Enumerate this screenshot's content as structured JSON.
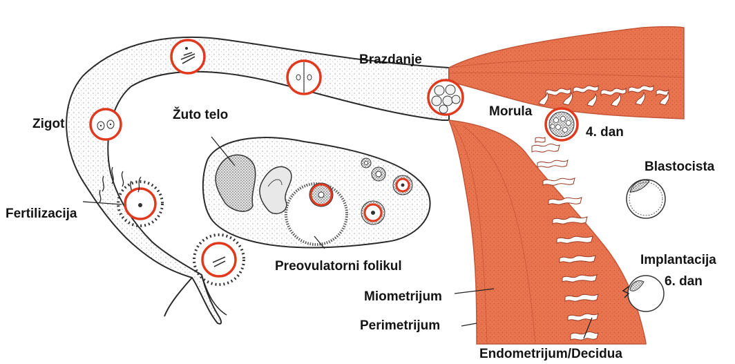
{
  "labels": {
    "brazdanje": "Brazdanje",
    "zigot": "Zigot",
    "zuto_telo": "Žuto telo",
    "morula": "Morula",
    "day4": "4. dan",
    "blastocista": "Blastocista",
    "fertilizacija": "Fertilizacija",
    "preovulatorni_folikul": "Preovulatorni folikul",
    "implantacija": "Implantacija",
    "day6": "6. dan",
    "miometrijum": "Miometrijum",
    "perimetrijum": "Perimetrijum",
    "endometrijum": "Endometrijum/Decidua"
  },
  "colors": {
    "uterus_fill": "#e8734f",
    "highlight_ring": "#e0391e",
    "outline": "#2a2a2a",
    "background": "#ffffff"
  }
}
